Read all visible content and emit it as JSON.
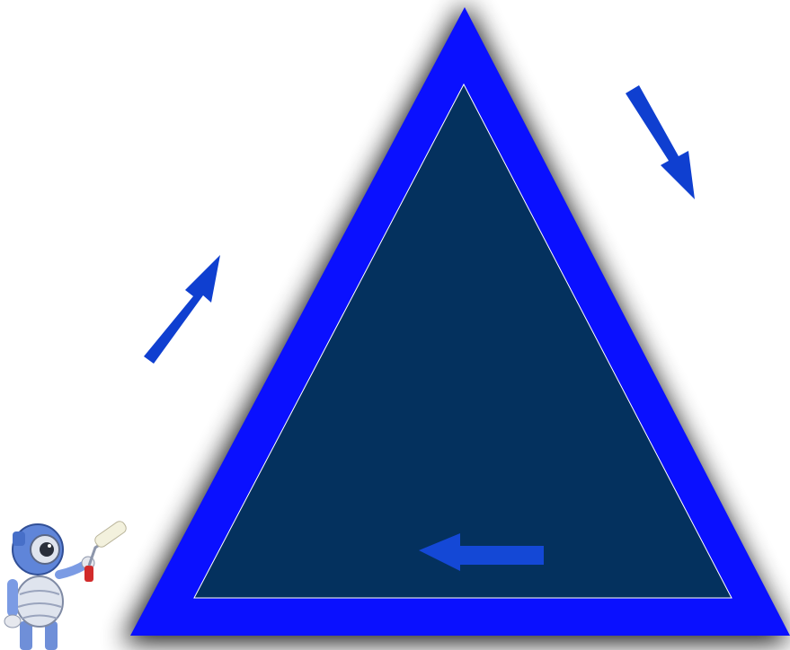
{
  "diagram": {
    "colors": {
      "background": "#ffffff",
      "outer_triangle": "#0a10ff",
      "inner_triangle": "#04315e",
      "inner_outline": "#ffffff",
      "arrows": "#0f3fd0",
      "inner_arrow": "#1448d6",
      "shadow": "#000000"
    },
    "arrows": [
      {
        "name": "arrow-up-right",
        "direction": "up-right"
      },
      {
        "name": "arrow-down-right",
        "direction": "down-right"
      },
      {
        "name": "arrow-left",
        "direction": "left"
      }
    ],
    "mascot": {
      "icon": "robot-painter-icon",
      "holding": "paint-roller-icon"
    }
  }
}
